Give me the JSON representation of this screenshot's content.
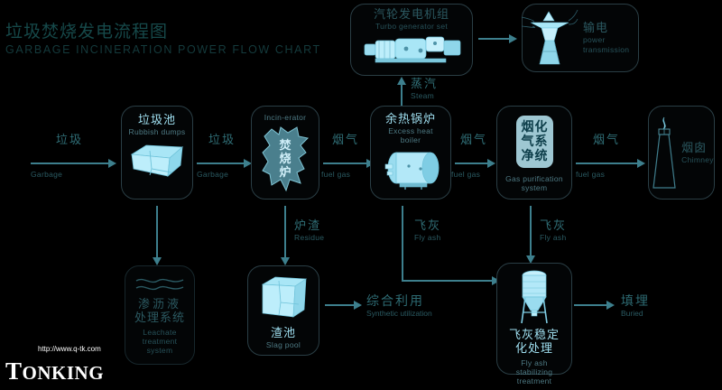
{
  "title": {
    "cn": "垃圾焚烧发电流程图",
    "en": "GARBAGE INCINERATION POWER FLOW CHART"
  },
  "colors": {
    "background": "#000000",
    "accent_cyan": "#9fdff0",
    "arrow": "#3d7f8d",
    "node_border": "#2a3e45",
    "title_teal": "#16494a",
    "plate_fill": "#9ec7d2"
  },
  "nodes": [
    {
      "id": "rubbish-dumps",
      "cn": "垃圾池",
      "en": "Rubbish dumps",
      "icon": "rubbish-pit-icon"
    },
    {
      "id": "incinerator",
      "cn": "焚烧炉",
      "en": "Incin-erator",
      "icon": "incinerator-icon"
    },
    {
      "id": "excess-heat-boiler",
      "cn": "余热锅炉",
      "en": "Excess heat boiler",
      "icon": "boiler-icon"
    },
    {
      "id": "gas-purification-system",
      "cn_col1": "烟气净",
      "cn_col2": "化系统",
      "en": "Gas purification system",
      "icon": "gas-purification-icon"
    },
    {
      "id": "chimney",
      "cn": "烟囱",
      "en": "Chimney",
      "icon": "chimney-icon"
    },
    {
      "id": "turbo-generator-set",
      "cn": "汽轮发电机组",
      "en": "Turbo generator set",
      "icon": "turbine-icon"
    },
    {
      "id": "power-transmission",
      "cn": "输电",
      "en": "power transmission",
      "icon": "pylon-icon"
    },
    {
      "id": "leachate-treatment-system",
      "cn1": "渗沥液",
      "cn2": "处理系统",
      "en1": "Leachate",
      "en2": "treatment",
      "en3": "system",
      "icon": "waves-icon"
    },
    {
      "id": "slag-pool",
      "cn": "渣池",
      "en": "Slag pool",
      "icon": "slag-pool-icon"
    },
    {
      "id": "fly-ash-stabilizing-treatment",
      "cn1": "飞灰稳定",
      "cn2": "化处理",
      "en1": "Fly ash",
      "en2": "stabilizing",
      "en3": "treatment",
      "icon": "silo-icon"
    }
  ],
  "text_nodes": [
    {
      "id": "synthetic-utilization",
      "cn": "综合利用",
      "en": "Synthetic utilization"
    },
    {
      "id": "buried",
      "cn": "填埋",
      "en": "Buried"
    }
  ],
  "arrows": [
    {
      "id": "garbage-in",
      "cn": "垃圾",
      "en": "Garbage"
    },
    {
      "id": "garbage-to-incinerator",
      "cn": "垃圾",
      "en": "Garbage"
    },
    {
      "id": "fuelgas-to-boiler",
      "cn": "烟气",
      "en": "fuel gas"
    },
    {
      "id": "fuelgas-to-purifier",
      "cn": "烟气",
      "en": "fuel gas"
    },
    {
      "id": "fuelgas-to-chimney",
      "cn": "烟气",
      "en": "fuel gas"
    },
    {
      "id": "steam-to-turbine",
      "cn": "蒸汽",
      "en": "Steam"
    },
    {
      "id": "residue-to-slag",
      "cn": "炉渣",
      "en": "Residue"
    },
    {
      "id": "flyash-boiler",
      "cn": "飞灰",
      "en": "Fly ash"
    },
    {
      "id": "flyash-purifier",
      "cn": "飞灰",
      "en": "Fly ash"
    }
  ],
  "watermark": {
    "url": "http://www.q-tk.com",
    "brand_first": "T",
    "brand_rest": "ONKING"
  }
}
